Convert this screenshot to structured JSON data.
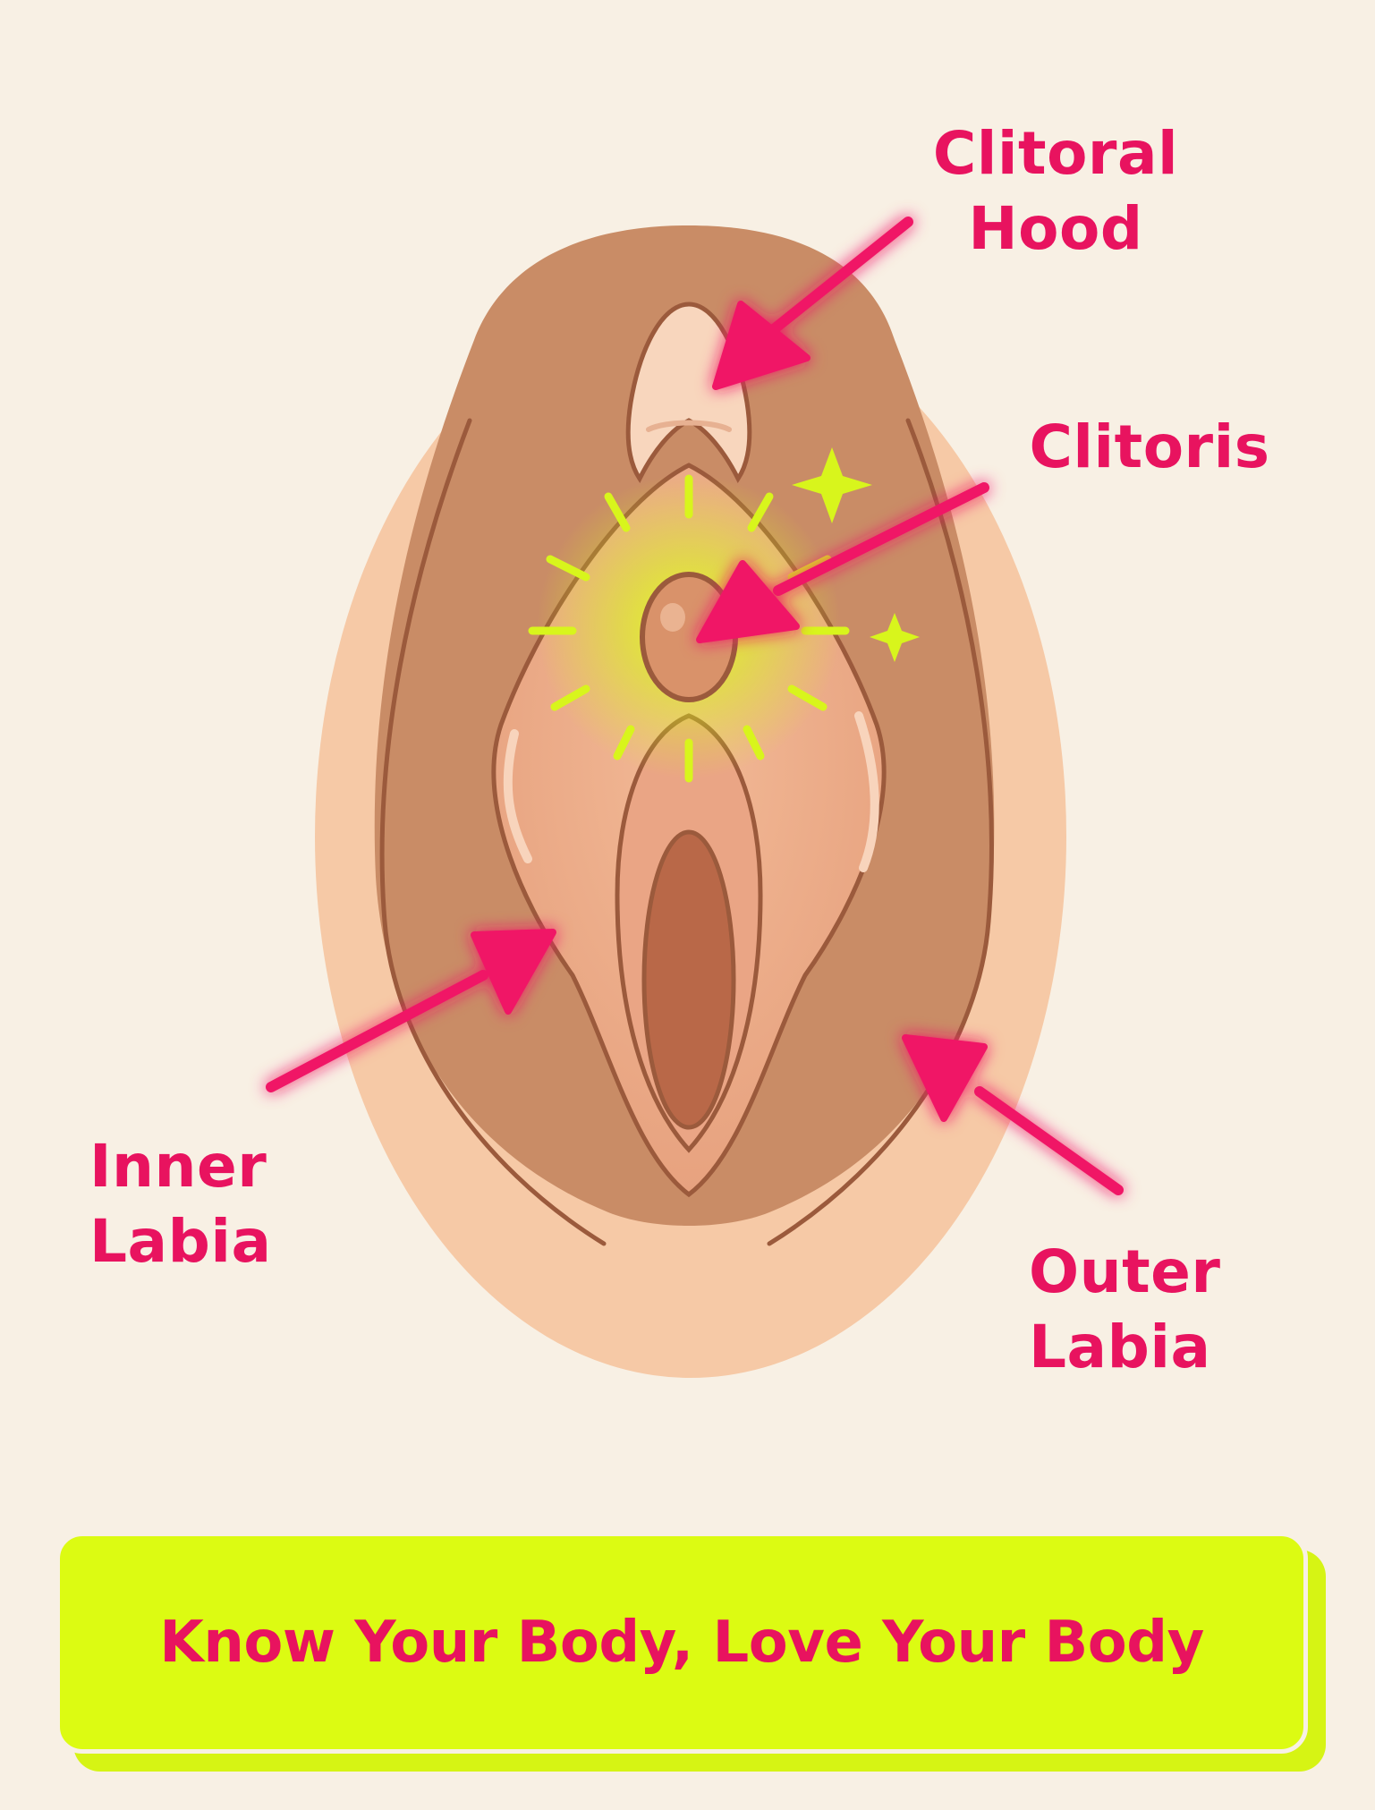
{
  "labels": {
    "clitoral_hood": [
      "Clitoral",
      "Hood"
    ],
    "clitoris": "Clitoris",
    "inner_labia": [
      "Inner",
      "Labia"
    ],
    "outer_labia": [
      "Outer",
      "Labia"
    ]
  },
  "banner": {
    "text": "Know Your Body, Love Your Body"
  },
  "colors": {
    "background": "#f8f0e4",
    "accent_pink": "#e8135f",
    "accent_lime": "#dcfb12",
    "skin_outer": "#f6c9a6",
    "skin_mid": "#c98c66",
    "skin_inner": "#eeb28f",
    "skin_deep": "#b96848",
    "outline": "#9b5a3c"
  }
}
